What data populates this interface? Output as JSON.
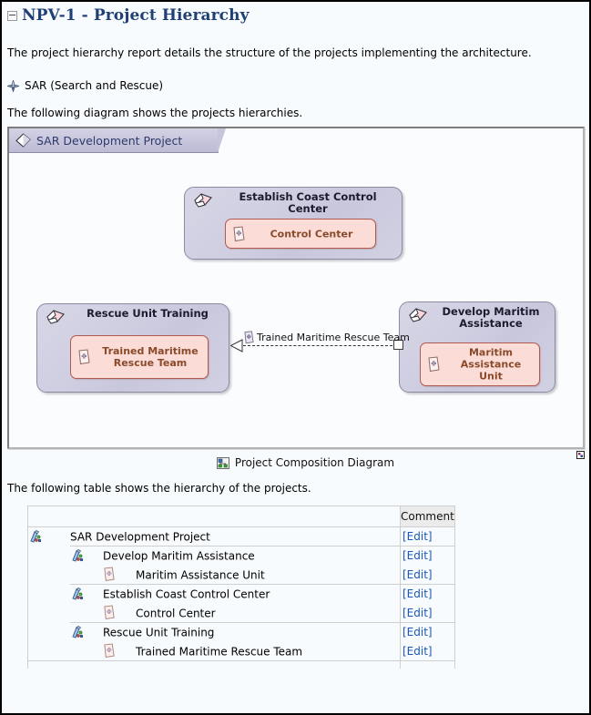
{
  "header": {
    "title": "NPV-1 - Project Hierarchy",
    "collapse_icon": "collapse-minus-icon"
  },
  "intro": {
    "paragraph": "The project hierarchy report details the structure of the projects implementing the architecture.",
    "scope_icon": "compass-rose-icon",
    "scope_label": "SAR (Search and Rescue)",
    "diagram_intro": "The following diagram shows the projects hierarchies.",
    "table_intro": "The following table shows the hierarchy of the projects."
  },
  "diagram": {
    "package_icon": "project-lozenge-icon",
    "package_label": "SAR Development Project",
    "resize_icon": "resize-handle-icon",
    "caption_icon": "diagram-icon",
    "caption": "Project Composition Diagram",
    "nodes": [
      {
        "id": "eccc",
        "icon": "project-lozenge-icon",
        "title": "Establish Coast Control Center",
        "inner_icon": "deliverable-icon",
        "inner_label": "Control Center"
      },
      {
        "id": "rut",
        "icon": "project-lozenge-icon",
        "title": "Rescue Unit Training",
        "inner_icon": "deliverable-icon",
        "inner_label": "Trained Maritime Rescue Team"
      },
      {
        "id": "dma",
        "icon": "project-lozenge-icon",
        "title": "Develop Maritim Assistance",
        "inner_icon": "deliverable-icon",
        "inner_label": "Maritim Assistance Unit"
      }
    ],
    "connector": {
      "icon": "deliverable-icon",
      "label": "Trained Maritime Rescue Team",
      "style": "dashed-dependency"
    }
  },
  "table": {
    "columns": [
      "",
      "Comment"
    ],
    "comment_header": "Comment",
    "edit_label": "[Edit]",
    "rows": [
      {
        "level": 1,
        "icon": "project-icon",
        "label": "SAR Development Project",
        "comment": "[Edit]",
        "separator": true
      },
      {
        "level": 2,
        "icon": "project-icon",
        "label": "Develop Maritim Assistance",
        "comment": "[Edit]",
        "separator": true
      },
      {
        "level": 3,
        "icon": "deliverable-icon",
        "label": "Maritim Assistance Unit",
        "comment": "[Edit]",
        "separator": false
      },
      {
        "level": 2,
        "icon": "project-icon",
        "label": "Establish Coast Control Center",
        "comment": "[Edit]",
        "separator": true
      },
      {
        "level": 3,
        "icon": "deliverable-icon",
        "label": "Control Center",
        "comment": "[Edit]",
        "separator": false
      },
      {
        "level": 2,
        "icon": "project-icon",
        "label": "Rescue Unit Training",
        "comment": "[Edit]",
        "separator": true
      },
      {
        "level": 3,
        "icon": "deliverable-icon",
        "label": "Trained Maritime Rescue Team",
        "comment": "[Edit]",
        "separator": false
      }
    ]
  },
  "colors": {
    "title": "#1f3f75",
    "link": "#1a57b8",
    "node_fill": "#cfcee1",
    "node_border": "#8b8aa2",
    "inner_fill": "#fbdcd7",
    "inner_border": "#b05a52",
    "inner_text": "#8a4a2a",
    "page_bg": "#f7fbfd",
    "header_bg": "#ebebeb"
  }
}
